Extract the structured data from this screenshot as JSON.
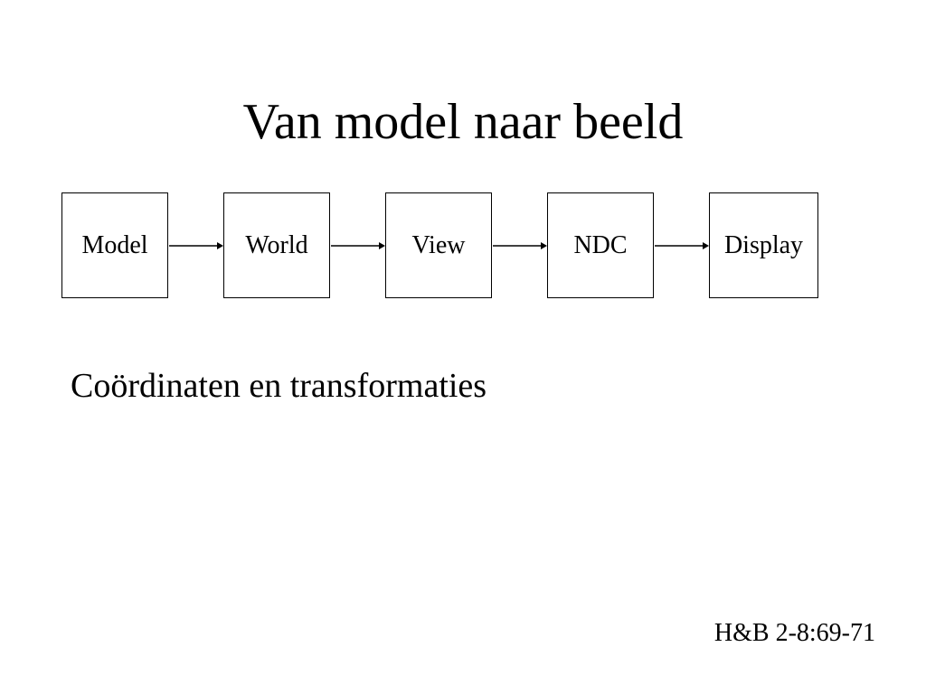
{
  "slide": {
    "title": "Van model naar beeld",
    "subtitle": "Coördinaten en transformaties",
    "source_ref": "H&B 2-8:69-71"
  },
  "pipeline": {
    "stages": [
      {
        "label": "Model"
      },
      {
        "label": "World"
      },
      {
        "label": "View"
      },
      {
        "label": "NDC"
      },
      {
        "label": "Display"
      }
    ],
    "colors": {
      "stroke": "#000000",
      "background": "#ffffff"
    }
  }
}
